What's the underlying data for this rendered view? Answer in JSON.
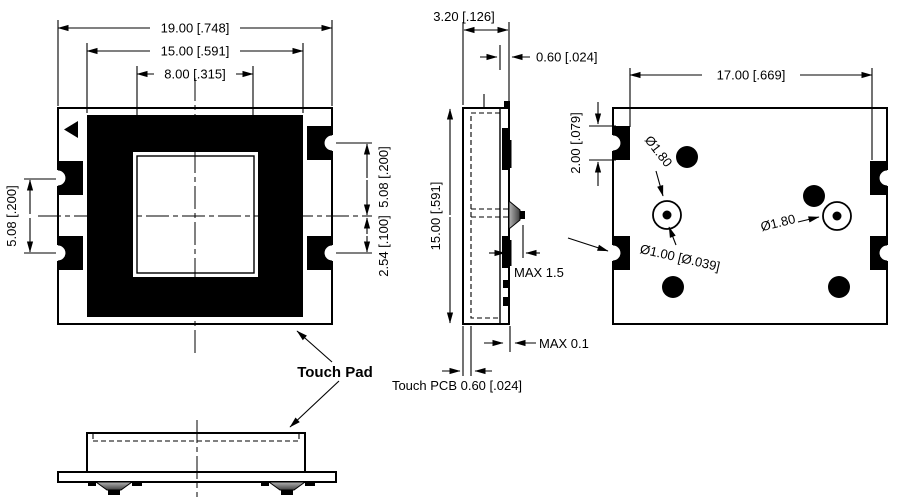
{
  "drawing": {
    "title_label": "Touch Pad",
    "front_view": {
      "dim_overall_width": "19.00 [.748]",
      "dim_pad_width": "15.00 [.591]",
      "dim_opening_width": "8.00 [.315]",
      "dim_left_pad_pitch": "5.08 [.200]",
      "dim_right_upper_pitch": "5.08 [.200]",
      "dim_right_lower_pitch": "2.54 [.100]"
    },
    "side_view": {
      "dim_total_thickness": "3.20 [.126]",
      "dim_module_pcb_thickness": "0.60 [.024]",
      "dim_height": "15.00 [.591]",
      "dim_contact_bump": "MAX 1.5",
      "dim_pad_protrusion": "MAX 0.1",
      "dim_touch_pcb_thickness": "Touch PCB 0.60 [.024]"
    },
    "back_view": {
      "dim_pad_span": "17.00 [.669]",
      "dim_edge_pad_height": "2.00 [.079]",
      "dim_via_left_diameter": "Ø1.80",
      "dim_via_right_diameter": "Ø1.80",
      "dim_hole_diameter": "Ø1.00 [Ø.039]"
    },
    "colors": {
      "line": "#000000",
      "background": "#ffffff",
      "fill_black": "#000000",
      "bump_gray_light": "#b4b4b4",
      "bump_gray_dark": "#3f3f3f"
    }
  }
}
